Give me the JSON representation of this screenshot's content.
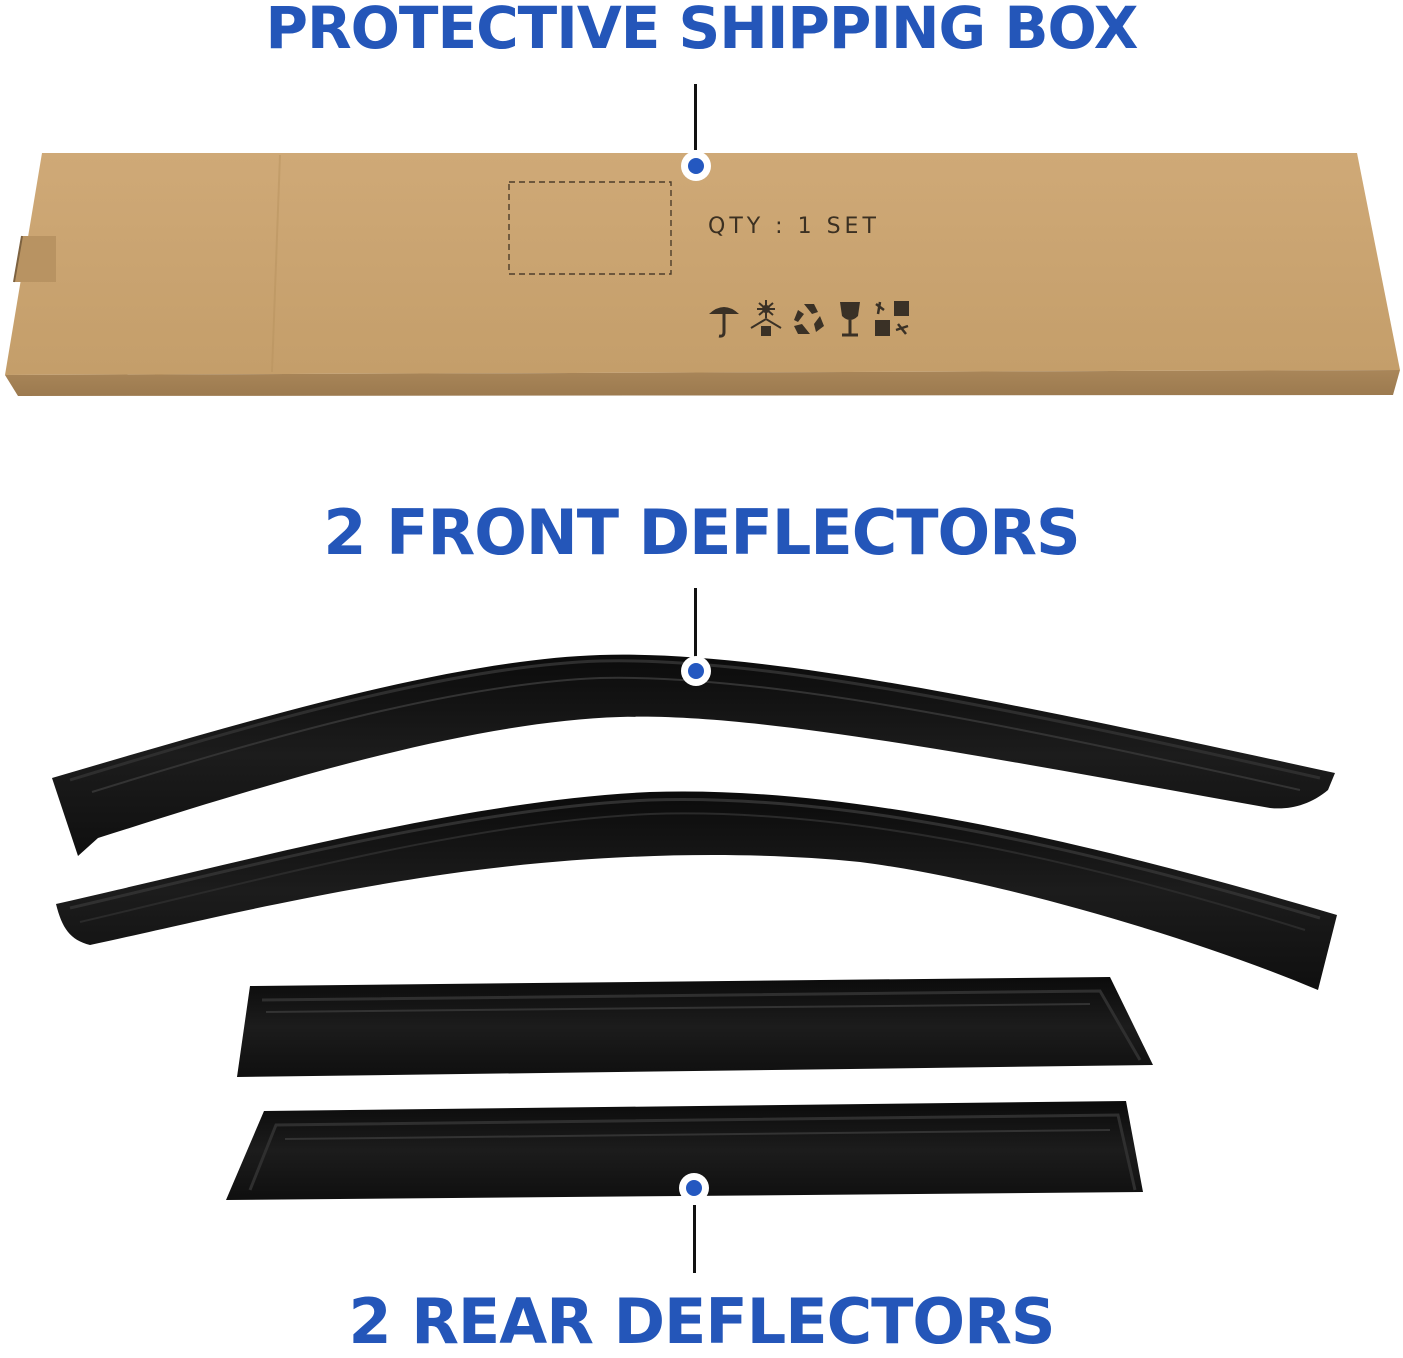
{
  "headings": {
    "box": "PROTECTIVE SHIPPING BOX",
    "front": "2 FRONT DEFLECTORS",
    "rear": "2 REAR DEFLECTORS"
  },
  "box": {
    "label": "QTY : 1 SET",
    "handling_icons": [
      "keep-dry-icon",
      "keep-away-from-sunlight-icon",
      "recyclable-icon",
      "fragile-icon",
      "handle-with-care-icon"
    ],
    "color": "#c9a470"
  },
  "items": {
    "front_deflectors_count": 2,
    "rear_deflectors_count": 2
  },
  "colors": {
    "heading": "#2456b9",
    "marker_dot": "#2458c0",
    "deflector": "#141414"
  }
}
